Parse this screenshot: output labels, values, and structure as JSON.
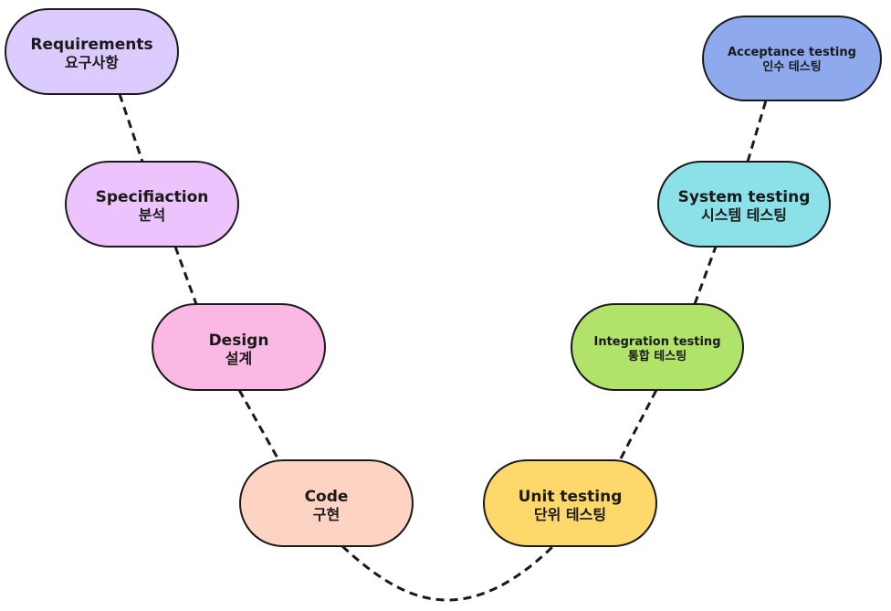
{
  "nodes": [
    {
      "id": "requirements",
      "title": "Requirements",
      "subtitle": "요구사항",
      "fill": "#dccbff"
    },
    {
      "id": "specification",
      "title": "Specifiaction",
      "subtitle": "분석",
      "fill": "#ecc3fc"
    },
    {
      "id": "design",
      "title": "Design",
      "subtitle": "설계",
      "fill": "#fbb8e4"
    },
    {
      "id": "code",
      "title": "Code",
      "subtitle": "구현",
      "fill": "#fdd3c4"
    },
    {
      "id": "unit-testing",
      "title": "Unit testing",
      "subtitle": "단위 테스팅",
      "fill": "#ffd86b"
    },
    {
      "id": "integration-testing",
      "title": "Integration testing",
      "subtitle": "통합 테스팅",
      "fill": "#b1e36a"
    },
    {
      "id": "system-testing",
      "title": "System testing",
      "subtitle": "시스템 테스팅",
      "fill": "#8ce1e8"
    },
    {
      "id": "acceptance-testing",
      "title": "Acceptance testing",
      "subtitle": "인수 테스팅",
      "fill": "#8fa9ef"
    }
  ]
}
